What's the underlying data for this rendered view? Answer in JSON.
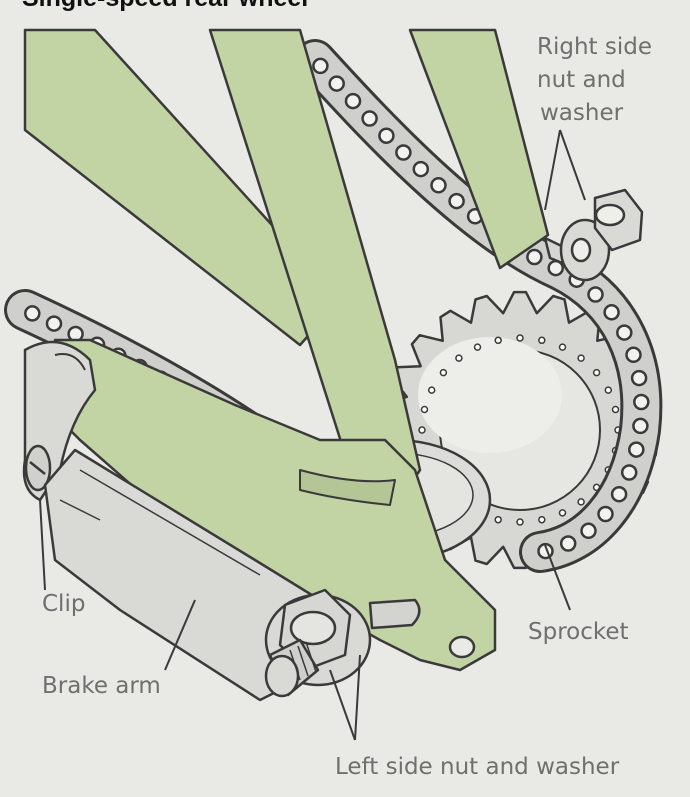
{
  "title": "Single-speed rear wheel",
  "labels": {
    "right_nut": [
      "Right side",
      "nut and",
      "washer"
    ],
    "clip": "Clip",
    "brake_arm": "Brake arm",
    "sprocket": "Sprocket",
    "left_nut": "Left side nut and washer"
  },
  "colors": {
    "background": "#e9e9e6",
    "frame_green": "#c2d3a4",
    "metal": "#d9d9d6",
    "line": "#3a3a3a",
    "label": "#6f6f6f"
  }
}
